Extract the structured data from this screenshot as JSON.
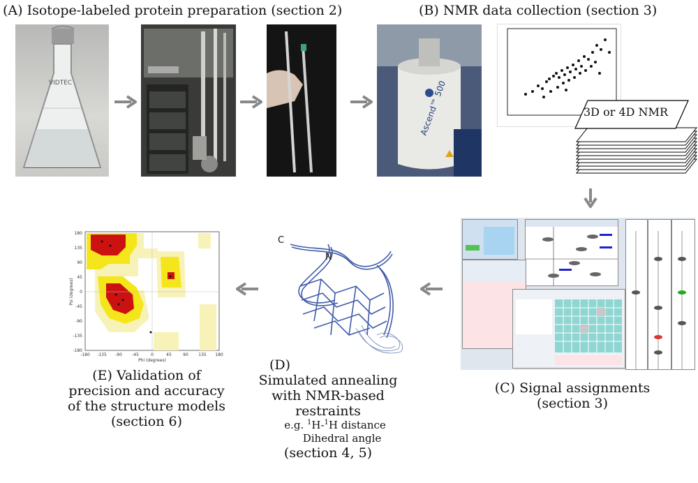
{
  "panels": {
    "A": {
      "title": "(A) Isotope-labeled protein preparation (section 2)"
    },
    "B": {
      "title": "(B) NMR data collection (section 3)",
      "stack_label": "3D or 4D NMR",
      "magnet_brand": "Ascend™ 500",
      "flask_text": "VIDTEC"
    },
    "C": {
      "line1": "(C) Signal assignments",
      "line2": "(section 3)"
    },
    "D": {
      "line1": "(D)",
      "line2": "Simulated annealing",
      "line3": "with NMR-based",
      "line4": "restraints",
      "ex1_prefix": "e.g. ",
      "ex1_sup1": "1",
      "ex1_mid": "H-",
      "ex1_sup2": "1",
      "ex1_end": "H distance",
      "ex2": "Dihedral angle",
      "line5": "(section 4, 5)",
      "label_c": "C",
      "label_n": "N"
    },
    "E": {
      "line1": "(E) Validation of",
      "line2": "precision and accuracy",
      "line3": "of the structure models",
      "line4": "(section 6)",
      "xlabel": "Phi (degrees)",
      "ylabel": "Psi (degrees)",
      "yticks": [
        "180",
        "135",
        "90",
        "45",
        "0",
        "-45",
        "-90",
        "-135",
        "-180"
      ],
      "xticks": [
        "-180",
        "-135",
        "-90",
        "-45",
        "0",
        "45",
        "90",
        "135",
        "180"
      ]
    }
  },
  "colors": {
    "arrow": "#888888",
    "ramach_red": "#cc1111",
    "ramach_yellow": "#f5e61c",
    "ramach_pale": "#f7f2b8",
    "ribbon": "#1f3f9a"
  }
}
